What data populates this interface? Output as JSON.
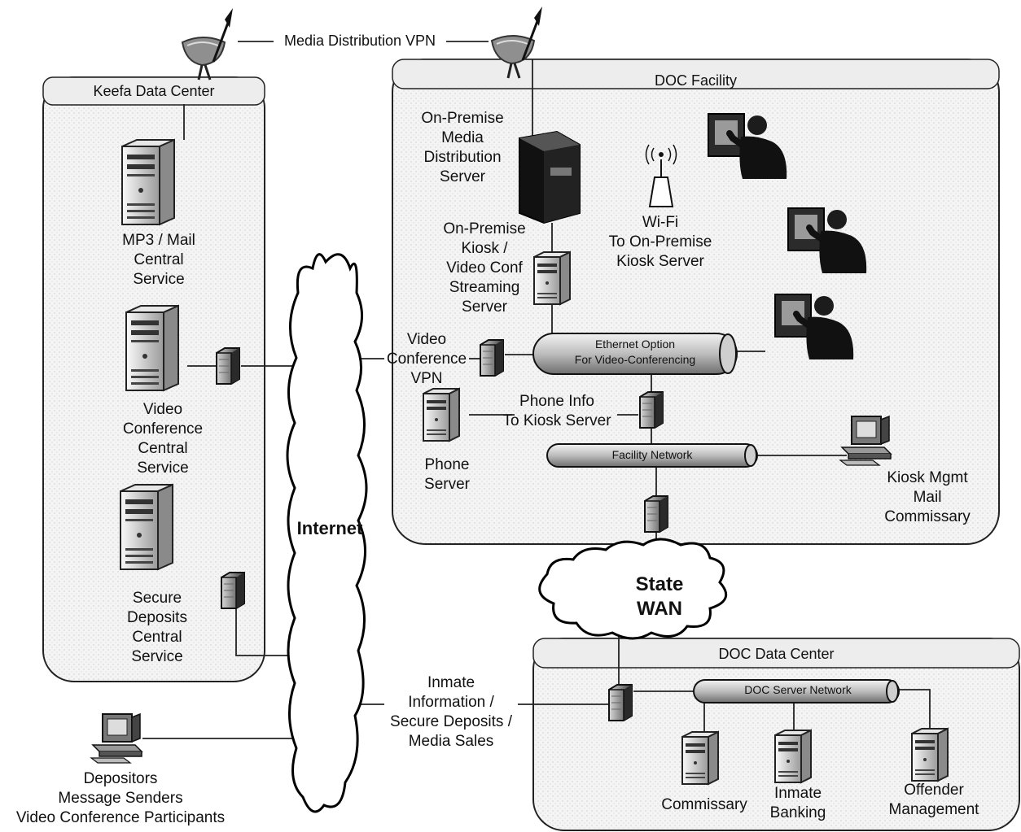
{
  "labels": {
    "media_vpn": "Media Distribution VPN",
    "keefa": "Keefa Data Center",
    "doc_facility": "DOC Facility",
    "doc_dc": "DOC Data Center",
    "mp3": "MP3 / Mail\nCentral\nService",
    "video_central": "Video\nConference\nCentral\nService",
    "secure_central": "Secure\nDeposits\nCentral\nService",
    "internet": "Internet",
    "state_wan": "State\nWAN",
    "onprem_media": "On-Premise\nMedia\nDistribution\nServer",
    "onprem_kiosk": "On-Premise\nKiosk /\nVideo Conf\nStreaming\nServer",
    "wifi": "Wi-Fi\nTo On-Premise\nKiosk Server",
    "vc_vpn": "Video\nConference\nVPN",
    "ethernet": "Ethernet Option\nFor Video-Conferencing",
    "phone_info": "Phone Info\nTo Kiosk Server",
    "phone_server": "Phone\nServer",
    "facility_net": "Facility Network",
    "kiosk_mgmt": "Kiosk Mgmt\nMail\nCommissary",
    "inmate_info": "Inmate\nInformation /\nSecure Deposits /\nMedia Sales",
    "doc_server_net": "DOC Server Network",
    "commissary": "Commissary",
    "inmate_banking": "Inmate\nBanking",
    "offender_mgmt": "Offender\nManagement",
    "depositors": "Depositors\nMessage Senders\nVideo Conference Participants"
  }
}
